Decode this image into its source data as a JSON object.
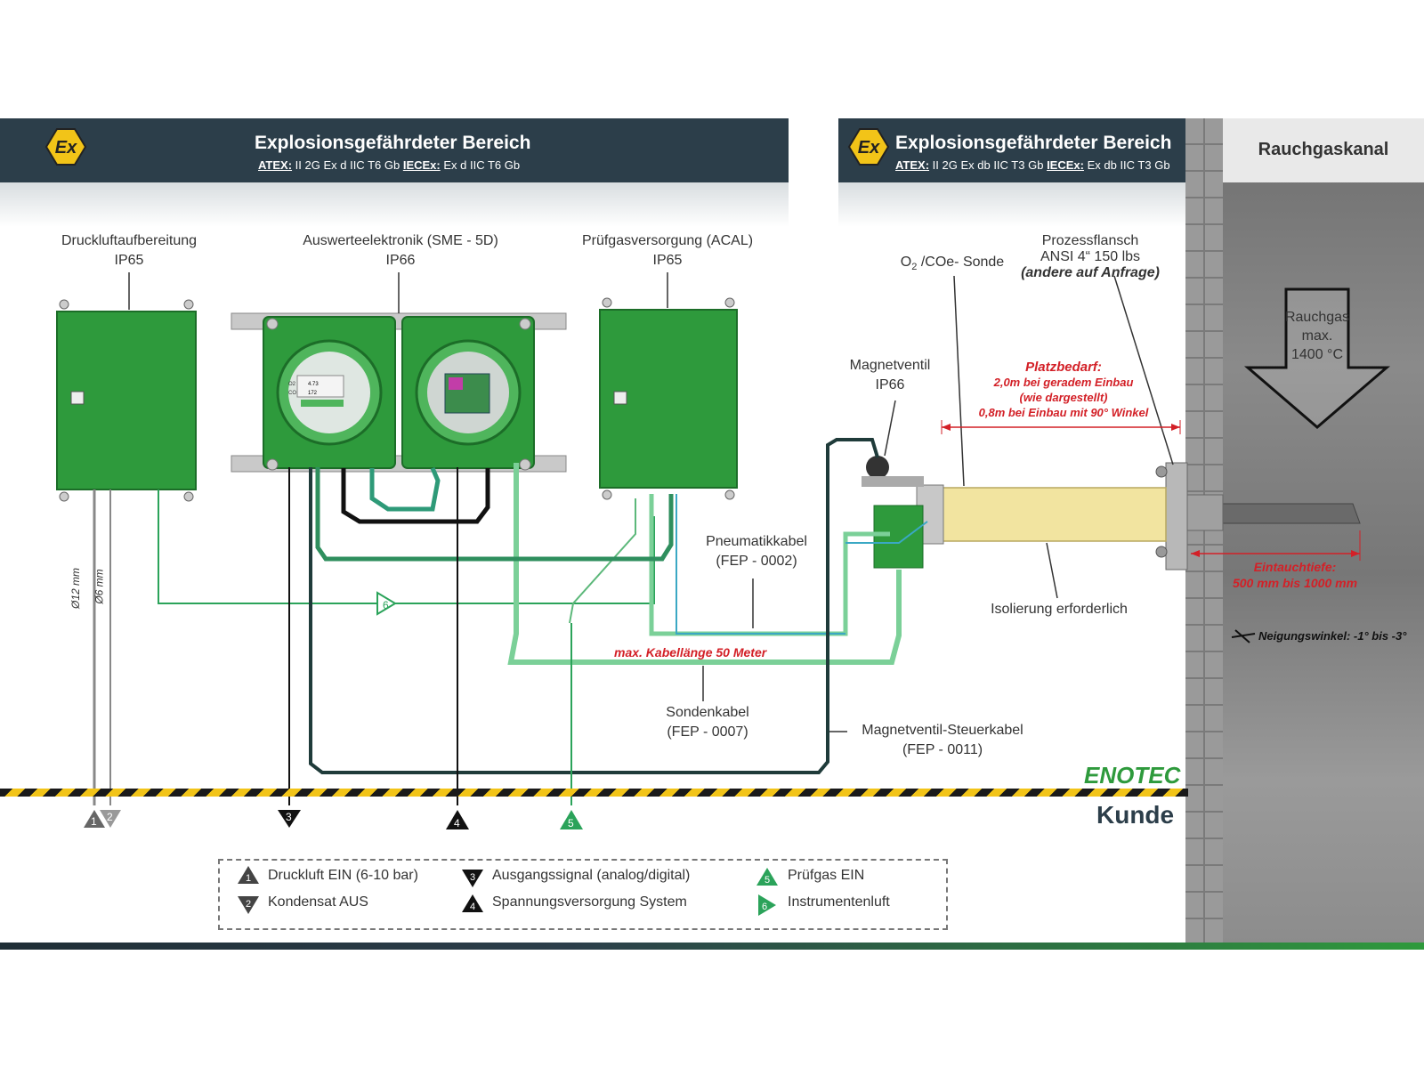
{
  "header_left": {
    "title": "Explosionsgefährdeter Bereich",
    "atex_label": "ATEX:",
    "atex_value": "II 2G Ex d IIC T6 Gb",
    "iecex_label": "IECEx:",
    "iecex_value": "Ex d IIC T6 Gb"
  },
  "header_right": {
    "title": "Explosionsgefährdeter Bereich",
    "atex_label": "ATEX:",
    "atex_value": "II 2G Ex db IIC T3 Gb",
    "iecex_label": "IECEx:",
    "iecex_value": "Ex db IIC T3 Gb"
  },
  "ex_symbol": "Ex",
  "flue": {
    "title": "Rauchgaskanal",
    "arrow_line1": "Rauchgas",
    "arrow_line2": "max.",
    "arrow_line3": "1400 °C"
  },
  "components": {
    "druckluft": {
      "name": "Druckluftaufbereitung",
      "rating": "IP65"
    },
    "auswerte": {
      "name": "Auswerteelektronik (SME - 5D)",
      "rating": "IP66"
    },
    "pruefgas": {
      "name": "Prüfgasversorgung (ACAL)",
      "rating": "IP65"
    },
    "magnetventil": {
      "name": "Magnetventil",
      "rating": "IP66"
    },
    "sonde": {
      "name_prefix": "O",
      "name_sub": "2",
      "name_suffix": " /COe- Sonde"
    },
    "flansch": {
      "name": "Prozessflansch",
      "spec": "ANSI 4“ 150 lbs",
      "note": "(andere auf Anfrage)"
    },
    "isolierung": "Isolierung erforderlich"
  },
  "display": {
    "line1": "4.73",
    "line2": "172",
    "o2": "O2",
    "co": "CO"
  },
  "platzbedarf": {
    "title": "Platzbedarf:",
    "line1": "2,0m bei geradem Einbau",
    "line2": "(wie dargestellt)",
    "line3": "0,8m bei Einbau mit 90° Winkel"
  },
  "eintauchtiefe": {
    "title": "Eintauchtiefe:",
    "value": "500 mm bis 1000 mm"
  },
  "neigung": "Neigungswinkel: -1° bis -3°",
  "cables": {
    "pneumatik": {
      "name": "Pneumatikkabel",
      "code": "(FEP - 0002)"
    },
    "sonden": {
      "name": "Sondenkabel",
      "code": "(FEP - 0007)"
    },
    "magnet": {
      "name": "Magnetventil-Steuerkabel",
      "code": "(FEP - 0011)"
    },
    "max_length": "max. Kabellänge 50 Meter"
  },
  "pipes": {
    "d12": "Ø12 mm",
    "d6": "Ø6 mm"
  },
  "boundary": {
    "supplier": "ENOTEC",
    "customer": "Kunde"
  },
  "markers": [
    "1",
    "2",
    "3",
    "4",
    "5",
    "6"
  ],
  "legend": [
    {
      "num": "1",
      "text": "Druckluft EIN (6-10 bar)"
    },
    {
      "num": "2",
      "text": "Kondensat AUS"
    },
    {
      "num": "3",
      "text": "Ausgangssignal (analog/digital)"
    },
    {
      "num": "4",
      "text": "Spannungsversorgung System"
    },
    {
      "num": "5",
      "text": "Prüfgas EIN"
    },
    {
      "num": "6",
      "text": "Instrumentenluft"
    }
  ],
  "colors": {
    "header": "#2c3e4a",
    "enclosure": "#2e9a3c",
    "green_cable": "#5cb87a",
    "dark_cable": "#1f3b3a",
    "red": "#d32027",
    "wall": "#9a9a9a"
  }
}
